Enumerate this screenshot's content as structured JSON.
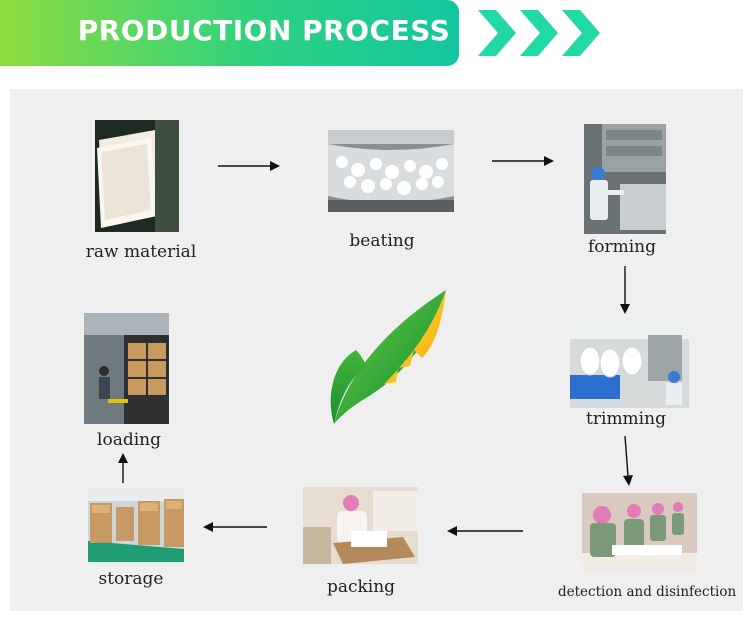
{
  "header": {
    "title": "PRODUCTION PROCESS",
    "banner_color": "#2fd27f",
    "chevron_color": "#20d4a0"
  },
  "steps": [
    {
      "id": "raw-material",
      "label": "raw material",
      "icon": "paper-sheets-photo"
    },
    {
      "id": "beating",
      "label": "beating",
      "icon": "pulp-machine-photo"
    },
    {
      "id": "forming",
      "label": "forming",
      "icon": "forming-machine-photo"
    },
    {
      "id": "trimming",
      "label": "trimming",
      "icon": "trimming-line-photo"
    },
    {
      "id": "detection",
      "label": "detection and disinfection",
      "icon": "inspection-workers-photo"
    },
    {
      "id": "packing",
      "label": "packing",
      "icon": "packing-worker-photo"
    },
    {
      "id": "storage",
      "label": "storage",
      "icon": "warehouse-photo"
    },
    {
      "id": "loading",
      "label": "loading",
      "icon": "container-loading-photo"
    }
  ],
  "logo": {
    "icon": "green-leaf-logo",
    "colors": [
      "#3fae2a",
      "#f5c400"
    ]
  }
}
